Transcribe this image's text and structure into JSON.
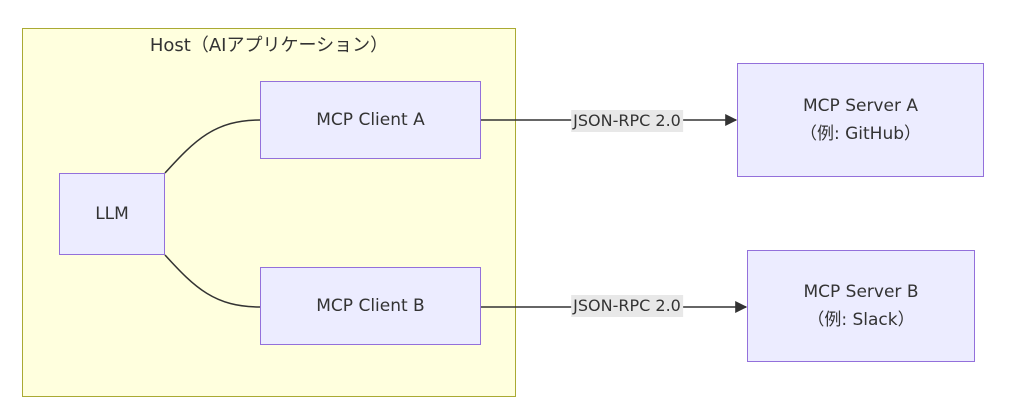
{
  "diagram": {
    "host_title": "Host（AIアプリケーション）",
    "nodes": {
      "llm": "LLM",
      "client_a": "MCP Client A",
      "client_b": "MCP Client B",
      "server_a": {
        "line1": "MCP Server A",
        "line2": "（例: GitHub）"
      },
      "server_b": {
        "line1": "MCP Server B",
        "line2": "（例: Slack）"
      }
    },
    "edges": {
      "a_label": "JSON-RPC 2.0",
      "b_label": "JSON-RPC 2.0"
    },
    "colors": {
      "host_fill": "#ffffde",
      "host_border": "#aaaa33",
      "node_fill": "#ececff",
      "node_border": "#9370db",
      "edge": "#333333",
      "label_bg": "#e8e8e8"
    }
  }
}
